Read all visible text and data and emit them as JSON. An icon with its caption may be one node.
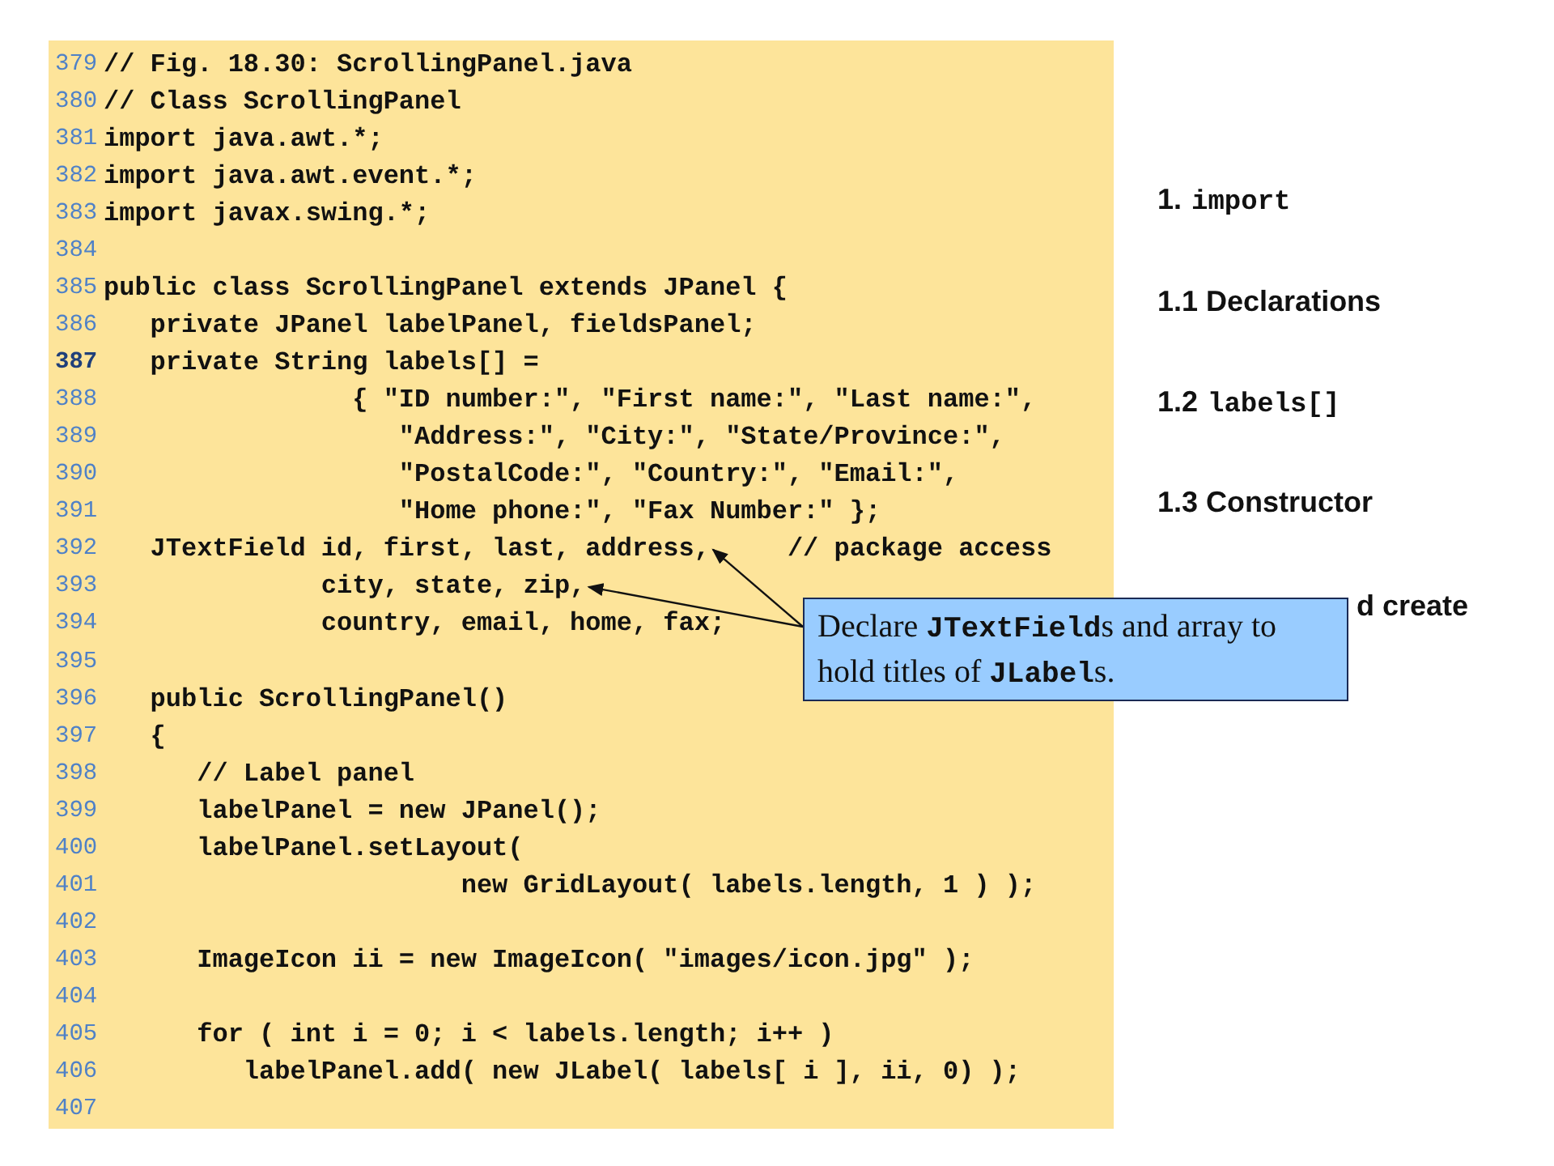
{
  "diagram": {
    "nodes": [
      {
        "text": [
          "JTextField id, first, last, address,"
        ]
      },
      {
        "text": [
          "city, state, zip,"
        ]
      },
      {
        "text": [
          "Declare **JTextField**s and array to hold titles of **JLabel**s."
        ]
      }
    ],
    "edges": [
      {
        "from": 2,
        "to": 0,
        "arrow": "to"
      },
      {
        "from": 2,
        "to": 1,
        "arrow": "to"
      }
    ],
    "labels": [
      "379",
      "// Fig. 18.30: ScrollingPanel.java",
      "380",
      "// Class ScrollingPanel",
      "381",
      "import java.awt.*;",
      "382",
      "import java.awt.event.*;",
      "383",
      "import javax.swing.*;",
      "384",
      "385",
      "public class ScrollingPanel extends JPanel {",
      "386",
      "   private JPanel labelPanel, fieldsPanel;",
      "387",
      "   private String labels[] =",
      "388",
      "                { \"ID number:\", \"First name:\", \"Last name:\",",
      "389",
      "                   \"Address:\", \"City:\", \"State/Province:\",",
      "390",
      "                   \"PostalCode:\", \"Country:\", \"Email:\",",
      "391",
      "                   \"Home phone:\", \"Fax Number:\" };",
      "392",
      "// package access",
      "393",
      "394",
      "              country, email, home, fax;",
      "395",
      "396",
      "   public ScrollingPanel()",
      "397",
      "   {",
      "398",
      "      // Label panel",
      "399",
      "      labelPanel = new JPanel();",
      "400",
      "      labelPanel.setLayout(",
      "401",
      "                       new GridLayout( labels.length, 1 ) );",
      "402",
      "403",
      "      ImageIcon ii = new ImageIcon( \"images/icon.jpg\" );",
      "404",
      "405",
      "      for ( int i = 0; i < labels.length; i++ )",
      "406",
      "         labelPanel.add( new JLabel( labels[ i ], ii, 0) );",
      "407",
      "1.",
      "import",
      "1.1 Declarations",
      "1.2",
      "labels[]",
      "1.3 Constructor",
      "d create"
    ]
  }
}
